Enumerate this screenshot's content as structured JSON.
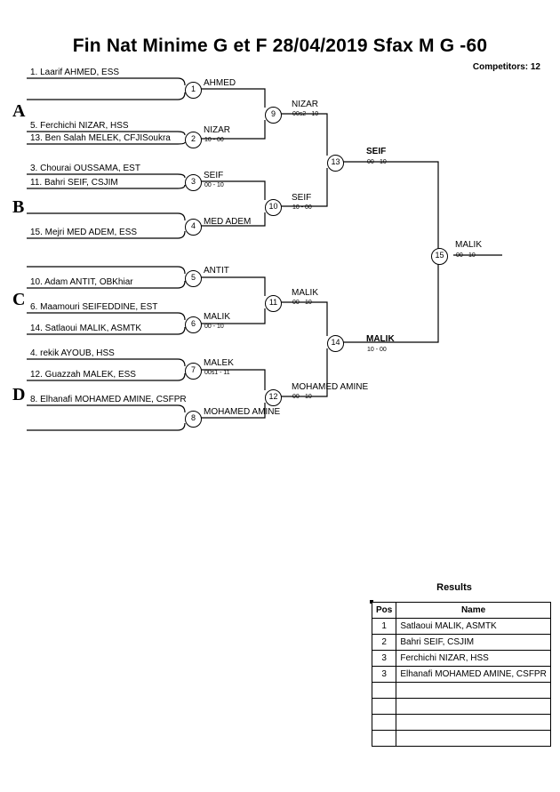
{
  "header": {
    "title": "Fin Nat Minime G et F  28/04/2019  Sfax   M G -60",
    "competitors": "Competitors: 12"
  },
  "pools": [
    {
      "label": "A"
    },
    {
      "label": "B"
    },
    {
      "label": "C"
    },
    {
      "label": "D"
    }
  ],
  "entrants": [
    {
      "text": "1. Laarif AHMED, ESS"
    },
    {
      "text": "5. Ferchichi NIZAR, HSS"
    },
    {
      "text": "13. Ben Salah MELEK, CFJISoukra"
    },
    {
      "text": "3. Chourai OUSSAMA, EST"
    },
    {
      "text": "11. Bahri SEIF, CSJIM"
    },
    {
      "text": "15. Mejri MED ADEM, ESS"
    },
    {
      "text": "10. Adam ANTIT, OBKhiar"
    },
    {
      "text": "6. Maamouri SEIFEDDINE, EST"
    },
    {
      "text": "14. Satlaoui MALIK, ASMTK"
    },
    {
      "text": "4. rekik AYOUB, HSS"
    },
    {
      "text": "12. Guazzah MALEK, ESS"
    },
    {
      "text": "8. Elhanafi MOHAMED AMINE, CSFPR"
    }
  ],
  "matches": [
    {
      "num": "1",
      "winner": "AHMED",
      "score": ""
    },
    {
      "num": "2",
      "winner": "NIZAR",
      "score": "10 - 00"
    },
    {
      "num": "3",
      "winner": "SEIF",
      "score": "00 - 10"
    },
    {
      "num": "4",
      "winner": "MED ADEM",
      "score": ""
    },
    {
      "num": "5",
      "winner": "ANTIT",
      "score": ""
    },
    {
      "num": "6",
      "winner": "MALIK",
      "score": "00 - 10"
    },
    {
      "num": "7",
      "winner": "MALEK",
      "score": "00s1 - 11"
    },
    {
      "num": "8",
      "winner": "MOHAMED AMINE",
      "score": ""
    },
    {
      "num": "9",
      "winner": "NIZAR",
      "score": "00s2 - 10"
    },
    {
      "num": "10",
      "winner": "SEIF",
      "score": "10 - 00"
    },
    {
      "num": "11",
      "winner": "MALIK",
      "score": "00 - 10"
    },
    {
      "num": "12",
      "winner": "MOHAMED AMINE",
      "score": "00 - 10"
    },
    {
      "num": "13",
      "winner": "SEIF",
      "score": "00 - 10"
    },
    {
      "num": "14",
      "winner": "MALIK",
      "score": "10 - 00"
    },
    {
      "num": "15",
      "winner": "MALIK",
      "score": "00 - 10"
    }
  ],
  "results": {
    "title": "Results",
    "columns": [
      "Pos",
      "Name"
    ],
    "rows": [
      {
        "pos": "1",
        "name": "Satlaoui MALIK, ASMTK"
      },
      {
        "pos": "2",
        "name": "Bahri SEIF, CSJIM"
      },
      {
        "pos": "3",
        "name": "Ferchichi NIZAR, HSS"
      },
      {
        "pos": "3",
        "name": "Elhanafi MOHAMED AMINE, CSFPR"
      },
      {
        "pos": "",
        "name": ""
      },
      {
        "pos": "",
        "name": ""
      },
      {
        "pos": "",
        "name": ""
      },
      {
        "pos": "",
        "name": ""
      }
    ]
  }
}
